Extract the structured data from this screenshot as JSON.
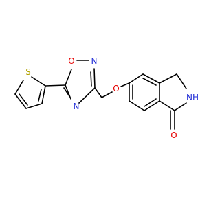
{
  "molecule": {
    "atoms": {
      "S": {
        "label": "S",
        "color": "#b2a300"
      },
      "O1": {
        "label": "O",
        "color": "#e60000"
      },
      "N1": {
        "label": "N",
        "color": "#1f2bd6"
      },
      "N2": {
        "label": "N",
        "color": "#1f2bd6"
      },
      "O2": {
        "label": "O",
        "color": "#e60000"
      },
      "NH": {
        "label": "NH",
        "color": "#1f2bd6"
      },
      "O3": {
        "label": "O",
        "color": "#e60000"
      }
    },
    "bond_color": "#000000"
  }
}
